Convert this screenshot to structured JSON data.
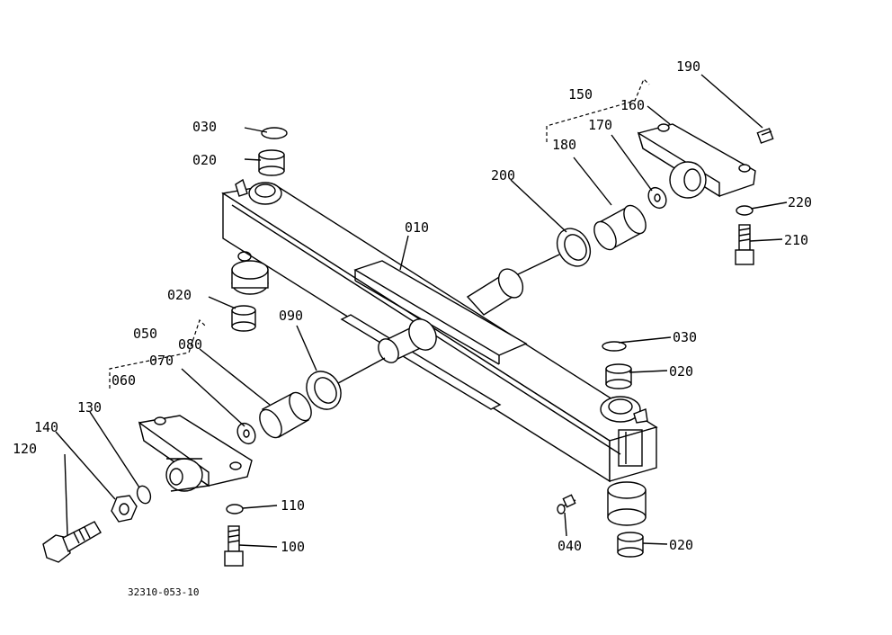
{
  "diagram": {
    "drawing_code": "32310-053-10",
    "callouts": {
      "c010": "010",
      "c020a": "020",
      "c020b": "020",
      "c020c": "020",
      "c020d": "020",
      "c030a": "030",
      "c030b": "030",
      "c040": "040",
      "c050": "050",
      "c060": "060",
      "c070": "070",
      "c080": "080",
      "c090": "090",
      "c100": "100",
      "c110": "110",
      "c120": "120",
      "c130": "130",
      "c140": "140",
      "c150": "150",
      "c160": "160",
      "c170": "170",
      "c180": "180",
      "c190": "190",
      "c200": "200",
      "c210": "210",
      "c220": "220"
    }
  }
}
